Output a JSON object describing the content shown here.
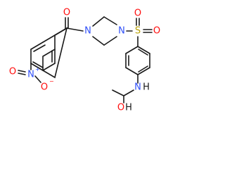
{
  "atom_colors": {
    "N": "#3050f8",
    "O": "#ff0d0d",
    "S": "#b8a000",
    "H": "#1a1a1a",
    "C": "#1a1a1a"
  },
  "labels": {
    "amide_n": "N",
    "amide_h": "H",
    "amide_o": "O",
    "amide_oh": "H",
    "sulfonyl_s": "S",
    "sulfonyl_o1": "O",
    "sulfonyl_o2": "O",
    "pip_n1": "N",
    "pip_n2": "N",
    "carbonyl_o": "O",
    "nitro_n": "N",
    "nitro_plus": "+",
    "nitro_o_double": "O",
    "nitro_o_single": "O",
    "nitro_minus": "−"
  }
}
